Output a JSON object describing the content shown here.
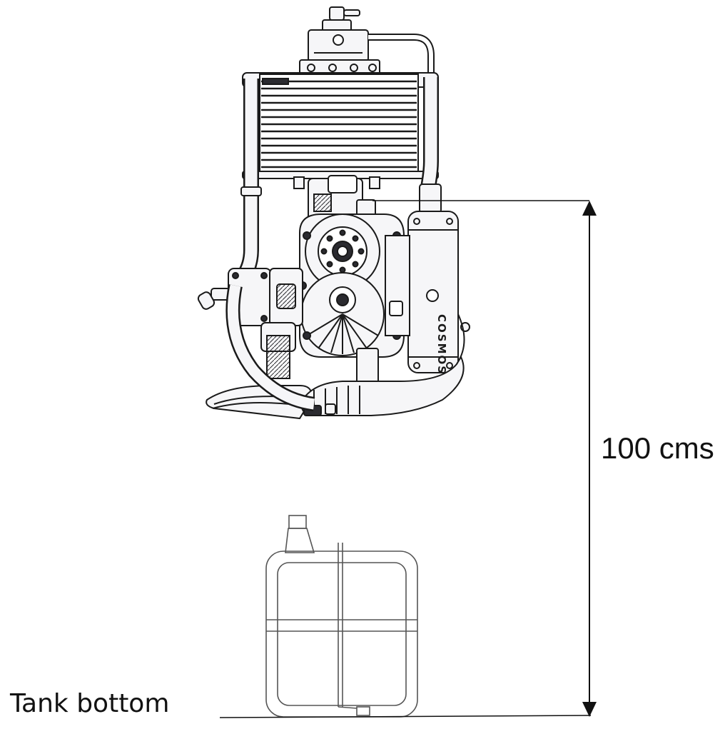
{
  "diagram": {
    "engine": {
      "brand_text": "COSMOS"
    },
    "dimension": {
      "label": "100 cms"
    },
    "tank_bottom": {
      "label": "Tank bottom"
    },
    "colors": {
      "line": "#1a1a1a",
      "engine_fill": "#f4f4f6",
      "engine_dark": "#2b2b30",
      "tank_stroke": "#555555"
    }
  }
}
